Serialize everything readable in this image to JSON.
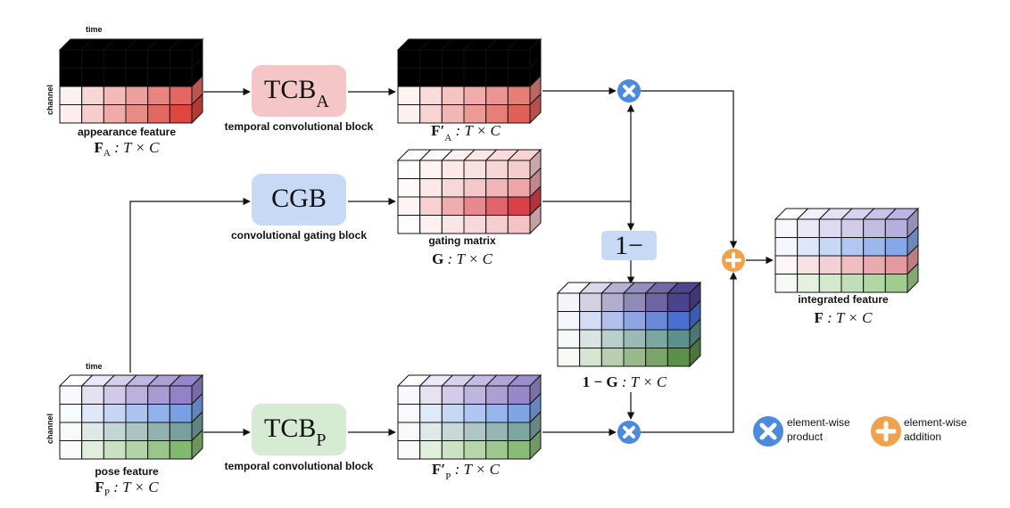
{
  "colors": {
    "appearance": "#d9342b",
    "gating": "#d0101a",
    "pose_top": "#7e6cbc",
    "pose_mid1": "#5e8ee0",
    "pose_mid2": "#5d8f8a",
    "pose_low": "#6cab55",
    "inv_top": "#2a1f78",
    "inv_mid1": "#2554c8",
    "inv_mid2": "#3c7c74",
    "inv_low": "#3d7a24",
    "integ_top": "#a9a0d8",
    "integ_mid1": "#6e97e4",
    "integ_mid2": "#e0868c",
    "integ_low": "#8cc47a",
    "tcb_a_box": "#f4c6c6",
    "cgb_box": "#c8d9f6",
    "tcb_p_box": "#d5ebd2",
    "one_minus_box": "#c8d9f6",
    "product": "#4b8bdf",
    "addition": "#f0a24a"
  },
  "labels": {
    "time_top": "time",
    "channel_top": "channel",
    "time_bottom": "time",
    "channel_bottom": "channel",
    "appearance_feature": "appearance feature",
    "appearance_math": "F",
    "appearance_sub": "A",
    "appearance_dim": " : T × C",
    "tcb_a_main": "TCB",
    "tcb_a_sub": "A",
    "tcb_a_caption": "temporal convolutional block",
    "fa_prime_math": "F′",
    "fa_prime_sub": "A",
    "fa_prime_dim": " : T × C",
    "cgb_main": "CGB",
    "cgb_caption": "convolutional gating block",
    "gating_matrix": "gating matrix",
    "gating_math": "G",
    "gating_dim": " : T × C",
    "one_minus": "1−",
    "inv_math": "1 − G",
    "inv_dim": " : T × C",
    "integrated_feature": "integrated feature",
    "integrated_math": "F",
    "integrated_dim": " : T × C",
    "pose_feature": "pose feature",
    "pose_math": "F",
    "pose_sub": "P",
    "pose_dim": " : T × C",
    "tcb_p_main": "TCB",
    "tcb_p_sub": "P",
    "tcb_p_caption": "temporal convolutional block",
    "fp_prime_math": "F′",
    "fp_prime_sub": "P",
    "fp_prime_dim": " : T × C"
  },
  "legend": {
    "product_line1": "element-wise",
    "product_line2": "product",
    "addition_line1": "element-wise",
    "addition_line2": "addition"
  }
}
